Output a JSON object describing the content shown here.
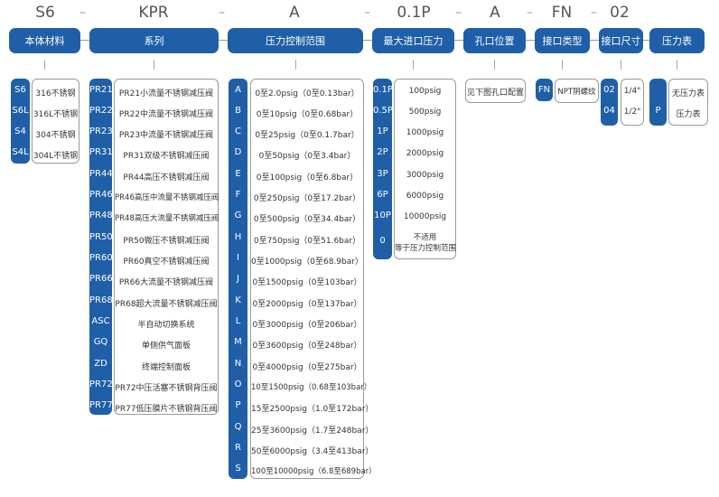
{
  "codes": [
    "S6",
    "KPR",
    "A",
    "0.1P",
    "A",
    "FN",
    "02"
  ],
  "headers": [
    "本体材料",
    "系列",
    "压力控制范围",
    "最大进口压力",
    "孔口位置",
    "接口类型",
    "接口尺寸",
    "压力表"
  ],
  "material": {
    "keys": [
      "S6",
      "S6L",
      "S4",
      "S4L"
    ],
    "desc": [
      "316不锈钢",
      "316L不锈钢",
      "304不锈钢",
      "304L不锈钢"
    ]
  },
  "series": {
    "keys": [
      "PR21",
      "PR22",
      "PR23",
      "PR31",
      "PR44",
      "PR46",
      "PR48",
      "PR50",
      "PR60",
      "PR66",
      "PR68",
      "ASC",
      "GQ",
      "ZD",
      "PR72",
      "PR77"
    ],
    "desc": [
      "PR21小流量不锈钢减压阀",
      "PR22中流量不锈钢减压阀",
      "PR23中流量不锈钢减压阀",
      "PR31双级不锈钢减压阀",
      "PR44高压不锈钢减压阀",
      "PR46高压中流量不锈钢减压阀",
      "PR48高压大流量不锈钢减压阀",
      "PR50微压不锈钢减压阀",
      "PR60真空不锈钢减压阀",
      "PR66大流量不锈钢减压阀",
      "PR68超大流量不锈钢减压阀",
      "半自动切换系统",
      "单侧供气面板",
      "终端控制面板",
      "PR72中压活塞不锈钢背压阀",
      "PR77低压膜片不锈钢背压阀"
    ]
  },
  "pressure": {
    "keys": [
      "A",
      "B",
      "C",
      "D",
      "E",
      "F",
      "G",
      "H",
      "I",
      "J",
      "K",
      "L",
      "M",
      "N",
      "O",
      "P",
      "Q",
      "R",
      "S"
    ],
    "desc": [
      "0至2.0psig（0至0.13bar）",
      "0至10psig（0至0.68bar）",
      "0至25psig（0至0.1.7bar）",
      "0至50psig（0至3.4bar）",
      "0至100psig（0至6.8bar）",
      "0至250psig（0至17.2bar）",
      "0至500psig（0至34.4bar）",
      "0至750psig（0至51.6bar）",
      "0至1000psig（0至68.9bar）",
      "0至1500psig（0至103bar）",
      "0至2000psig（0至137bar）",
      "0至3000psig（0至206bar）",
      "0至3600psig（0至248bar）",
      "0至4000psig（0至275bar）",
      "10至1500psig（0.68至103bar）",
      "15至2500psig（1.0至172bar）",
      "25至3600psig（1.7至248bar）",
      "50至6000psig（3.4至413bar）",
      "100至10000psig（6.8至689bar）"
    ]
  },
  "inlet": {
    "keys": [
      "0.1P",
      "0.5P",
      "1P",
      "2P",
      "3P",
      "6P",
      "10P",
      "0"
    ],
    "desc": [
      "100psig",
      "500psig",
      "1000psig",
      "2000psig",
      "3000psig",
      "6000psig",
      "10000psig",
      "不适用",
      "等于压力控制范围"
    ]
  },
  "port_position": {
    "desc": "见下图孔口配置"
  },
  "port_type": {
    "key": "FN",
    "desc": "NPT阴螺纹"
  },
  "port_size": {
    "keys": [
      "02",
      "04"
    ],
    "desc": [
      "1/4\"",
      "1/2\""
    ]
  },
  "gauge": {
    "key": "P",
    "desc": [
      "无压力表",
      "压力表"
    ]
  }
}
